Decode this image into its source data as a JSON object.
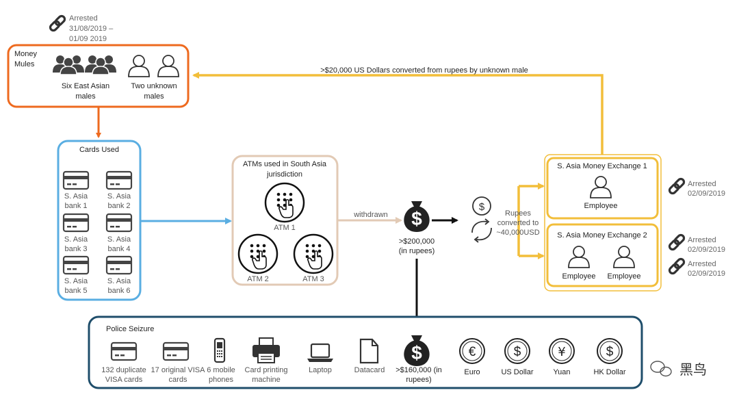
{
  "colors": {
    "orange": "#ee6a1f",
    "blue": "#5aaee2",
    "tan": "#e2cab5",
    "yellow": "#f2be3a",
    "navy": "#1f4e6b",
    "black": "#111111"
  },
  "money_mules": {
    "title_line1": "Money",
    "title_line2": "Mules",
    "group1_line1": "Six East Asian",
    "group1_line2": "males",
    "group2_line1": "Two unknown",
    "group2_line2": "males"
  },
  "arrest_top": {
    "line1": "Arrested",
    "line2": "31/08/2019 –",
    "line3": "01/09 2019"
  },
  "flow_top_label": ">$20,000 US Dollars converted from rupees by unknown male",
  "cards_used": {
    "title": "Cards Used",
    "cards": [
      {
        "line1": "S. Asia",
        "line2": "bank 1"
      },
      {
        "line1": "S. Asia",
        "line2": "bank 2"
      },
      {
        "line1": "S. Asia",
        "line2": "bank 3"
      },
      {
        "line1": "S. Asia",
        "line2": "bank 4"
      },
      {
        "line1": "S. Asia",
        "line2": "bank 5"
      },
      {
        "line1": "S. Asia",
        "line2": "bank 6"
      }
    ]
  },
  "atms": {
    "title_line1": "ATMs used in South Asia",
    "title_line2": "jurisdiction",
    "atm1": "ATM 1",
    "atm2": "ATM 2",
    "atm3": "ATM 3"
  },
  "withdrawn_label": "withdrawn",
  "money_bag_main": {
    "line1": ">$200,000",
    "line2": "(in rupees)"
  },
  "conversion": {
    "line1": "Rupees",
    "line2": "converted to",
    "line3": "~40,000USD"
  },
  "exchange1": {
    "title": "S. Asia Money Exchange 1",
    "employee": "Employee"
  },
  "exchange2": {
    "title": "S. Asia Money Exchange 2",
    "employee1": "Employee",
    "employee2": "Employee"
  },
  "arrests_right": [
    {
      "line1": "Arrested",
      "line2": "02/09/2019"
    },
    {
      "line1": "Arrested",
      "line2": "02/09/2019"
    },
    {
      "line1": "Arrested",
      "line2": "02/09/2019"
    }
  ],
  "police_seizure": {
    "title": "Police Seizure",
    "items": [
      {
        "icon": "credit-card-icon",
        "line1": "132 duplicate",
        "line2": "VISA cards"
      },
      {
        "icon": "credit-card-icon",
        "line1": "17 original VISA",
        "line2": "cards"
      },
      {
        "icon": "mobile-phone-icon",
        "line1": "6 mobile",
        "line2": "phones"
      },
      {
        "icon": "printer-icon",
        "line1": "Card printing",
        "line2": "machine"
      },
      {
        "icon": "laptop-icon",
        "line1": "Laptop",
        "line2": ""
      },
      {
        "icon": "datacard-icon",
        "line1": "Datacard",
        "line2": ""
      },
      {
        "icon": "money-bag-icon",
        "line1": ">$160,000 (in",
        "line2": "rupees)"
      },
      {
        "icon": "euro-icon",
        "line1": "Euro",
        "line2": ""
      },
      {
        "icon": "dollar-icon",
        "line1": "US Dollar",
        "line2": ""
      },
      {
        "icon": "yuan-icon",
        "line1": "Yuan",
        "line2": ""
      },
      {
        "icon": "dollar-icon",
        "line1": "HK Dollar",
        "line2": ""
      }
    ]
  },
  "watermark": "黑鸟"
}
